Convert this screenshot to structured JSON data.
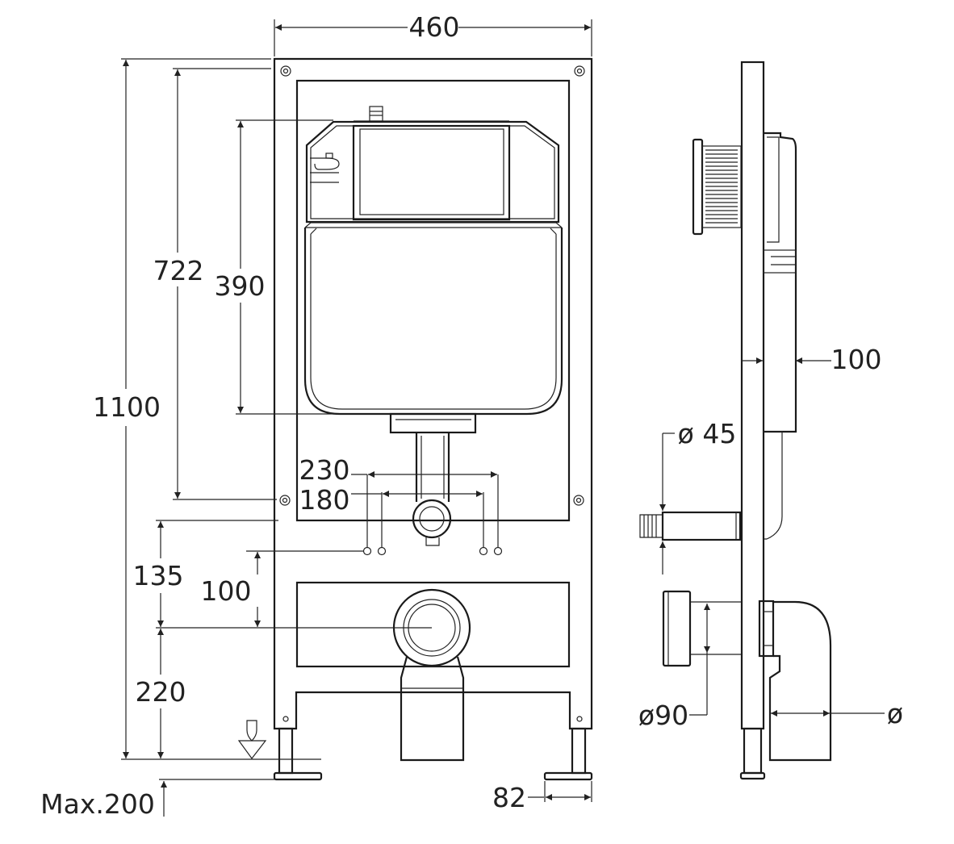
{
  "front_view": {
    "width": "460",
    "overall_height": "1100",
    "mount_height": "722",
    "cistern_height": "390",
    "spacing_outer": "230",
    "spacing_inner": "180",
    "pipe_center_height": "135",
    "drop": "100",
    "outlet_height": "220",
    "max_leg": "Max.200",
    "foot": "82"
  },
  "side_view": {
    "depth": "100",
    "flush_diameter": "ø 45",
    "outlet_diameter": "ø90",
    "bend_diameter": "ø"
  },
  "colors": {
    "line": "#1a1a1a",
    "background": "#ffffff",
    "text": "#222222"
  }
}
